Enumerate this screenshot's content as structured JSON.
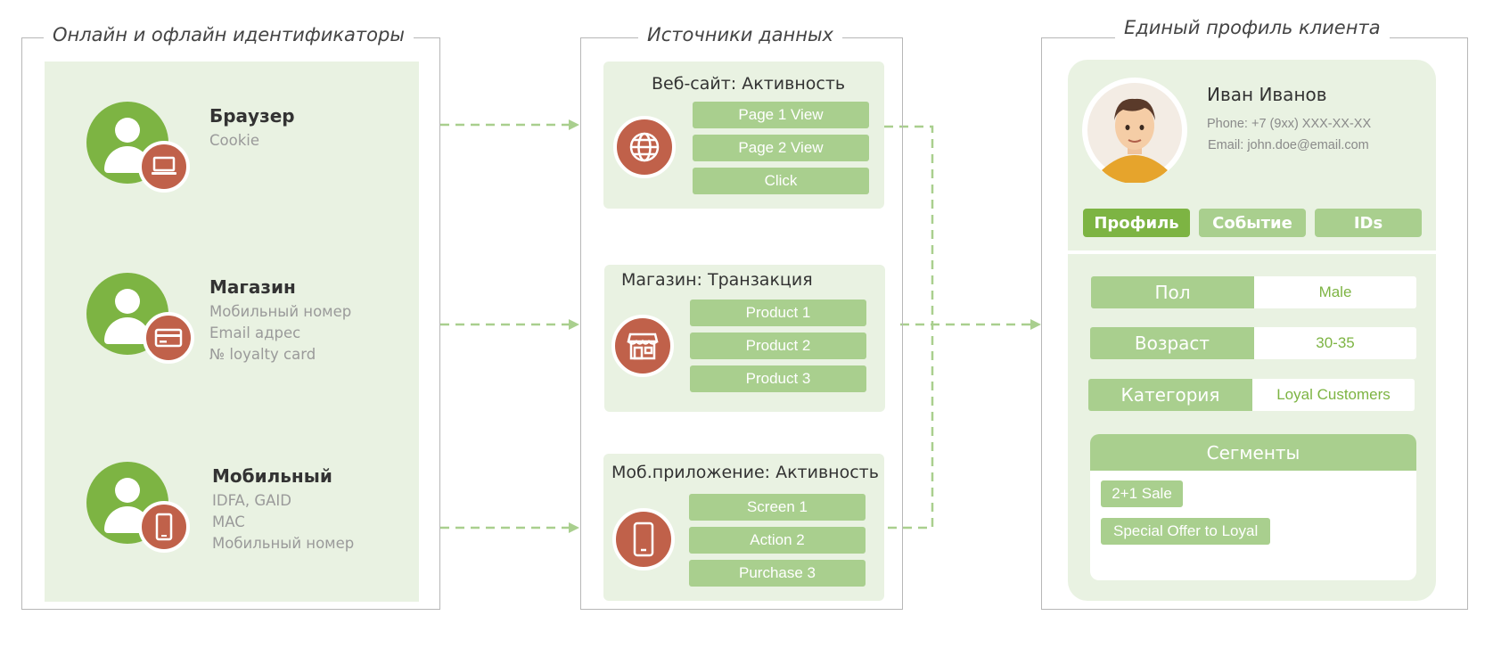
{
  "identifiers": {
    "title": "Онлайн и офлайн идентификаторы",
    "items": [
      {
        "title": "Браузер",
        "icon": "laptop-icon",
        "details": [
          "Cookie"
        ]
      },
      {
        "title": "Магазин",
        "icon": "credit-card-icon",
        "details": [
          "Мобильный номер",
          "Email адрес",
          "№ loyalty card"
        ]
      },
      {
        "title": "Мобильный",
        "icon": "smartphone-icon",
        "details": [
          "IDFA, GAID",
          "MAC",
          "Мобильный номер"
        ]
      }
    ]
  },
  "sources": {
    "title": "Источники данных",
    "items": [
      {
        "title": "Веб-сайт: Активность",
        "icon": "globe-icon",
        "events": [
          "Page 1 View",
          "Page 2 View",
          "Click"
        ]
      },
      {
        "title": "Магазин: Транзакция",
        "icon": "storefront-icon",
        "events": [
          "Product 1",
          "Product 2",
          "Product 3"
        ]
      },
      {
        "title": "Моб.приложение: Активность",
        "icon": "smartphone-icon",
        "events": [
          "Screen 1",
          "Action 2",
          "Purchase 3"
        ]
      }
    ]
  },
  "profile": {
    "title": "Единый профиль клиента",
    "name": "Иван Иванов",
    "phone": "Phone: +7 (9xx) XXX-XX-XX",
    "email": "Email: john.doe@email.com",
    "tabs": [
      "Профиль",
      "Событие",
      "IDs"
    ],
    "attributes": [
      {
        "label": "Пол",
        "value": "Male"
      },
      {
        "label": "Возраст",
        "value": "30-35"
      },
      {
        "label": "Категория",
        "value": "Loyal Customers"
      }
    ],
    "segments_title": "Сегменты",
    "segments": [
      "2+1 Sale",
      "Special Offer to Loyal"
    ]
  },
  "colors": {
    "green": "#7db443",
    "light_green": "#a9cf8e",
    "panel": "#e9f2e2",
    "terracotta": "#c0614a",
    "dashed_line": "#a9cf8e"
  }
}
